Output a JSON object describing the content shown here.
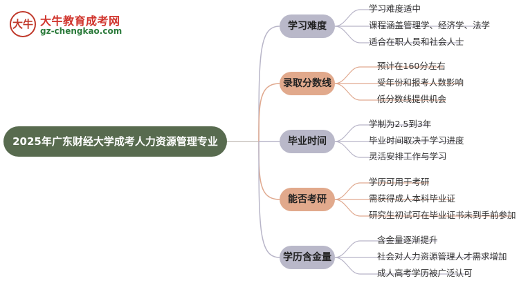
{
  "logo": {
    "mark": "大牛",
    "name": "大牛教育成考网",
    "url": "gz-chengkao.com"
  },
  "root": {
    "label": "2025年广东财经大学成考人力资源管理专业"
  },
  "branches": [
    {
      "label": "学习难度",
      "color": "#b9b8c9",
      "items": [
        "学习难度适中",
        "课程涵盖管理学、经济学、法学",
        "适合在职人员和社会人士"
      ]
    },
    {
      "label": "录取分数线",
      "color": "#e1a98c",
      "items": [
        "预计在160分左右",
        "受年份和报考人数影响",
        "低分数线提供机会"
      ]
    },
    {
      "label": "毕业时间",
      "color": "#b9b8c9",
      "items": [
        "学制为2.5到3年",
        "毕业时间取决于学习进度",
        "灵活安排工作与学习"
      ]
    },
    {
      "label": "能否考研",
      "color": "#e1a98c",
      "items": [
        "学历可用于考研",
        "需获得成人本科毕业证",
        "研究生初试可在毕业证书未到手前参加"
      ]
    },
    {
      "label": "学历含金量",
      "color": "#b9b8c9",
      "items": [
        "含金量逐渐提升",
        "社会对人力资源管理人才需求增加",
        "成人高考学历被广泛认可"
      ]
    }
  ]
}
